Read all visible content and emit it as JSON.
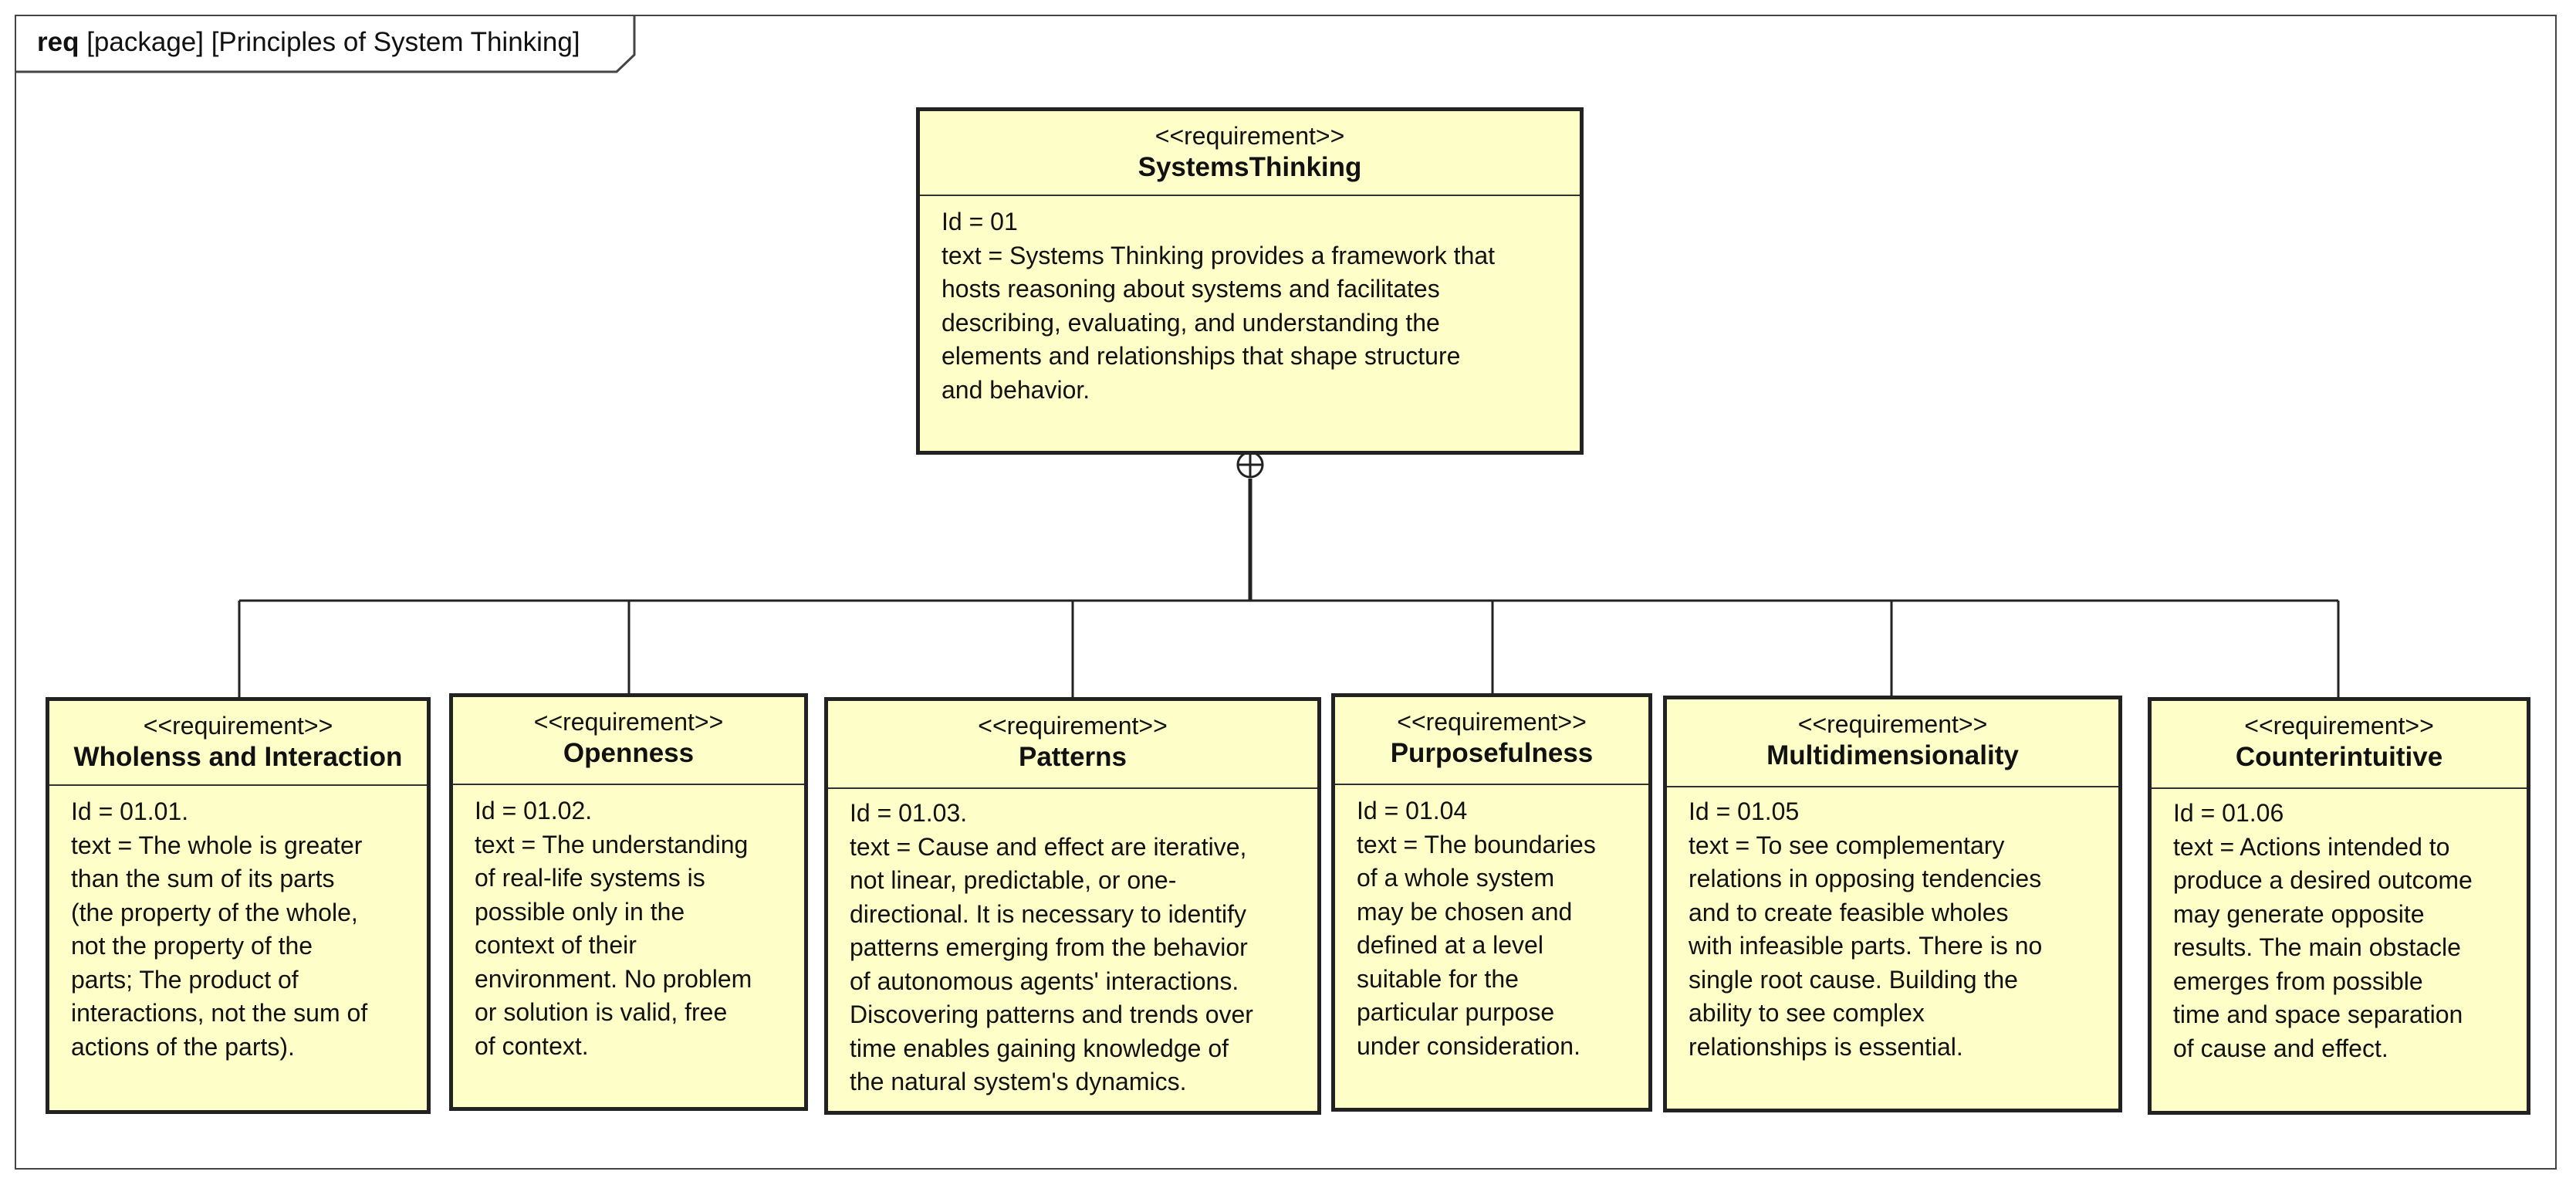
{
  "frame": {
    "kind": "req",
    "label": "[package] [Principles of System Thinking]"
  },
  "parent": {
    "stereotype": "<<requirement>>",
    "name": "SystemsThinking",
    "id_line": "Id = 01",
    "text_lines": [
      "text = Systems Thinking provides a framework that",
      "hosts reasoning about systems and facilitates",
      "describing, evaluating, and understanding the",
      "elements and relationships that shape structure",
      "and behavior."
    ]
  },
  "children": [
    {
      "stereotype": "<<requirement>>",
      "name": "Wholenss and Interaction",
      "id_line": "Id = 01.01.",
      "text_lines": [
        "text = The whole is greater",
        "than the sum of its parts",
        "(the property of the whole,",
        "not the property of the",
        "parts; The product of",
        "interactions, not the sum of",
        "actions of the parts)."
      ]
    },
    {
      "stereotype": "<<requirement>>",
      "name": "Openness",
      "id_line": "Id = 01.02.",
      "text_lines": [
        "text = The understanding",
        "of real-life systems is",
        "possible only in the",
        "context of their",
        "environment. No problem",
        "or solution is valid, free",
        "of context."
      ]
    },
    {
      "stereotype": "<<requirement>>",
      "name": "Patterns",
      "id_line": "Id = 01.03.",
      "text_lines": [
        "text = Cause and effect are iterative,",
        "not linear, predictable, or one-",
        "directional. It is necessary to identify",
        "patterns emerging from the behavior",
        "of autonomous agents' interactions.",
        "Discovering patterns and trends over",
        "time enables gaining knowledge of",
        "the natural system's dynamics."
      ]
    },
    {
      "stereotype": "<<requirement>>",
      "name": "Purposefulness",
      "id_line": "Id = 01.04",
      "text_lines": [
        "text = The boundaries",
        "of a whole system",
        "may be chosen and",
        "defined at a level",
        "suitable for the",
        "particular purpose",
        "under consideration."
      ]
    },
    {
      "stereotype": "<<requirement>>",
      "name": "Multidimensionality",
      "id_line": "Id = 01.05",
      "text_lines": [
        "text = To see complementary",
        "relations in opposing tendencies",
        "and to create feasible wholes",
        "with infeasible parts. There is no",
        "single root cause. Building the",
        "ability to see complex",
        "relationships is essential."
      ]
    },
    {
      "stereotype": "<<requirement>>",
      "name": "Counterintuitive",
      "id_line": "Id = 01.06",
      "text_lines": [
        "text = Actions intended to",
        "produce a desired outcome",
        "may generate opposite",
        "results. The main obstacle",
        "emerges from possible",
        "time and space separation",
        "of cause and effect."
      ]
    }
  ],
  "colors": {
    "block_fill": "#fefec8",
    "block_border": "#222222",
    "line": "#222222"
  }
}
